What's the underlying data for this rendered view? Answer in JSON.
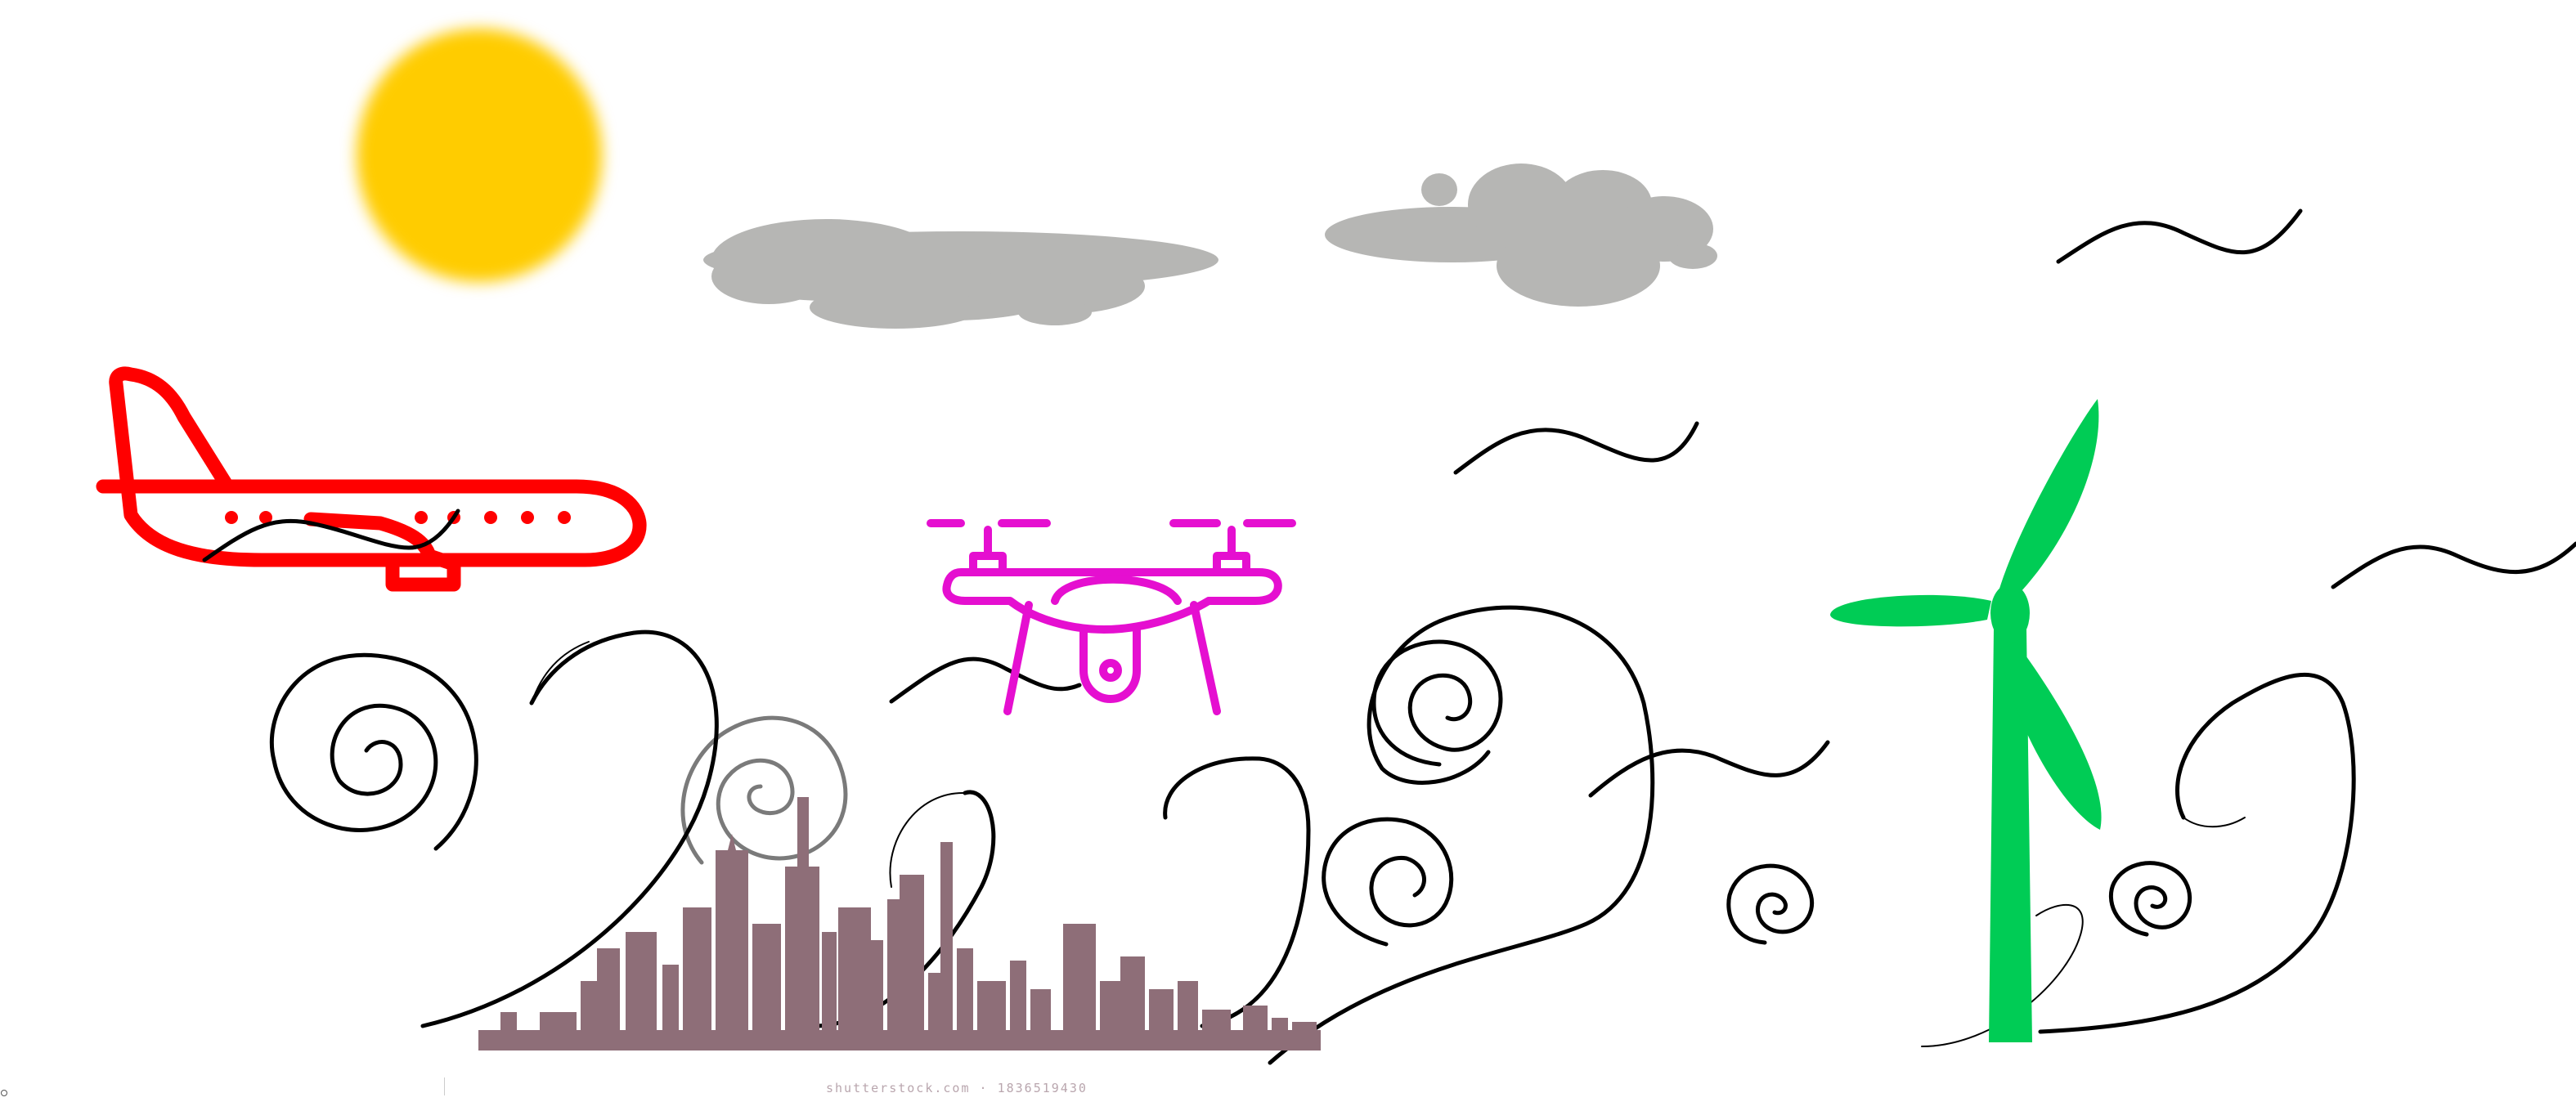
{
  "scene": {
    "background": "#ffffff",
    "colors": {
      "sun": "#ffcc00",
      "cloud": "#b6b6b4",
      "airplane": "#ff0000",
      "drone": "#e50fd0",
      "turbine": "#00cc55",
      "wind": "#000000",
      "city": "#8e6e78"
    },
    "elements": [
      "sun",
      "cloud",
      "cloud",
      "airplane-icon",
      "drone-icon",
      "wind-turbine-icon",
      "wind-swirls",
      "wind-gusts",
      "city-skyline"
    ]
  },
  "watermark": {
    "text": "shutterstock.com · 1836519430"
  }
}
